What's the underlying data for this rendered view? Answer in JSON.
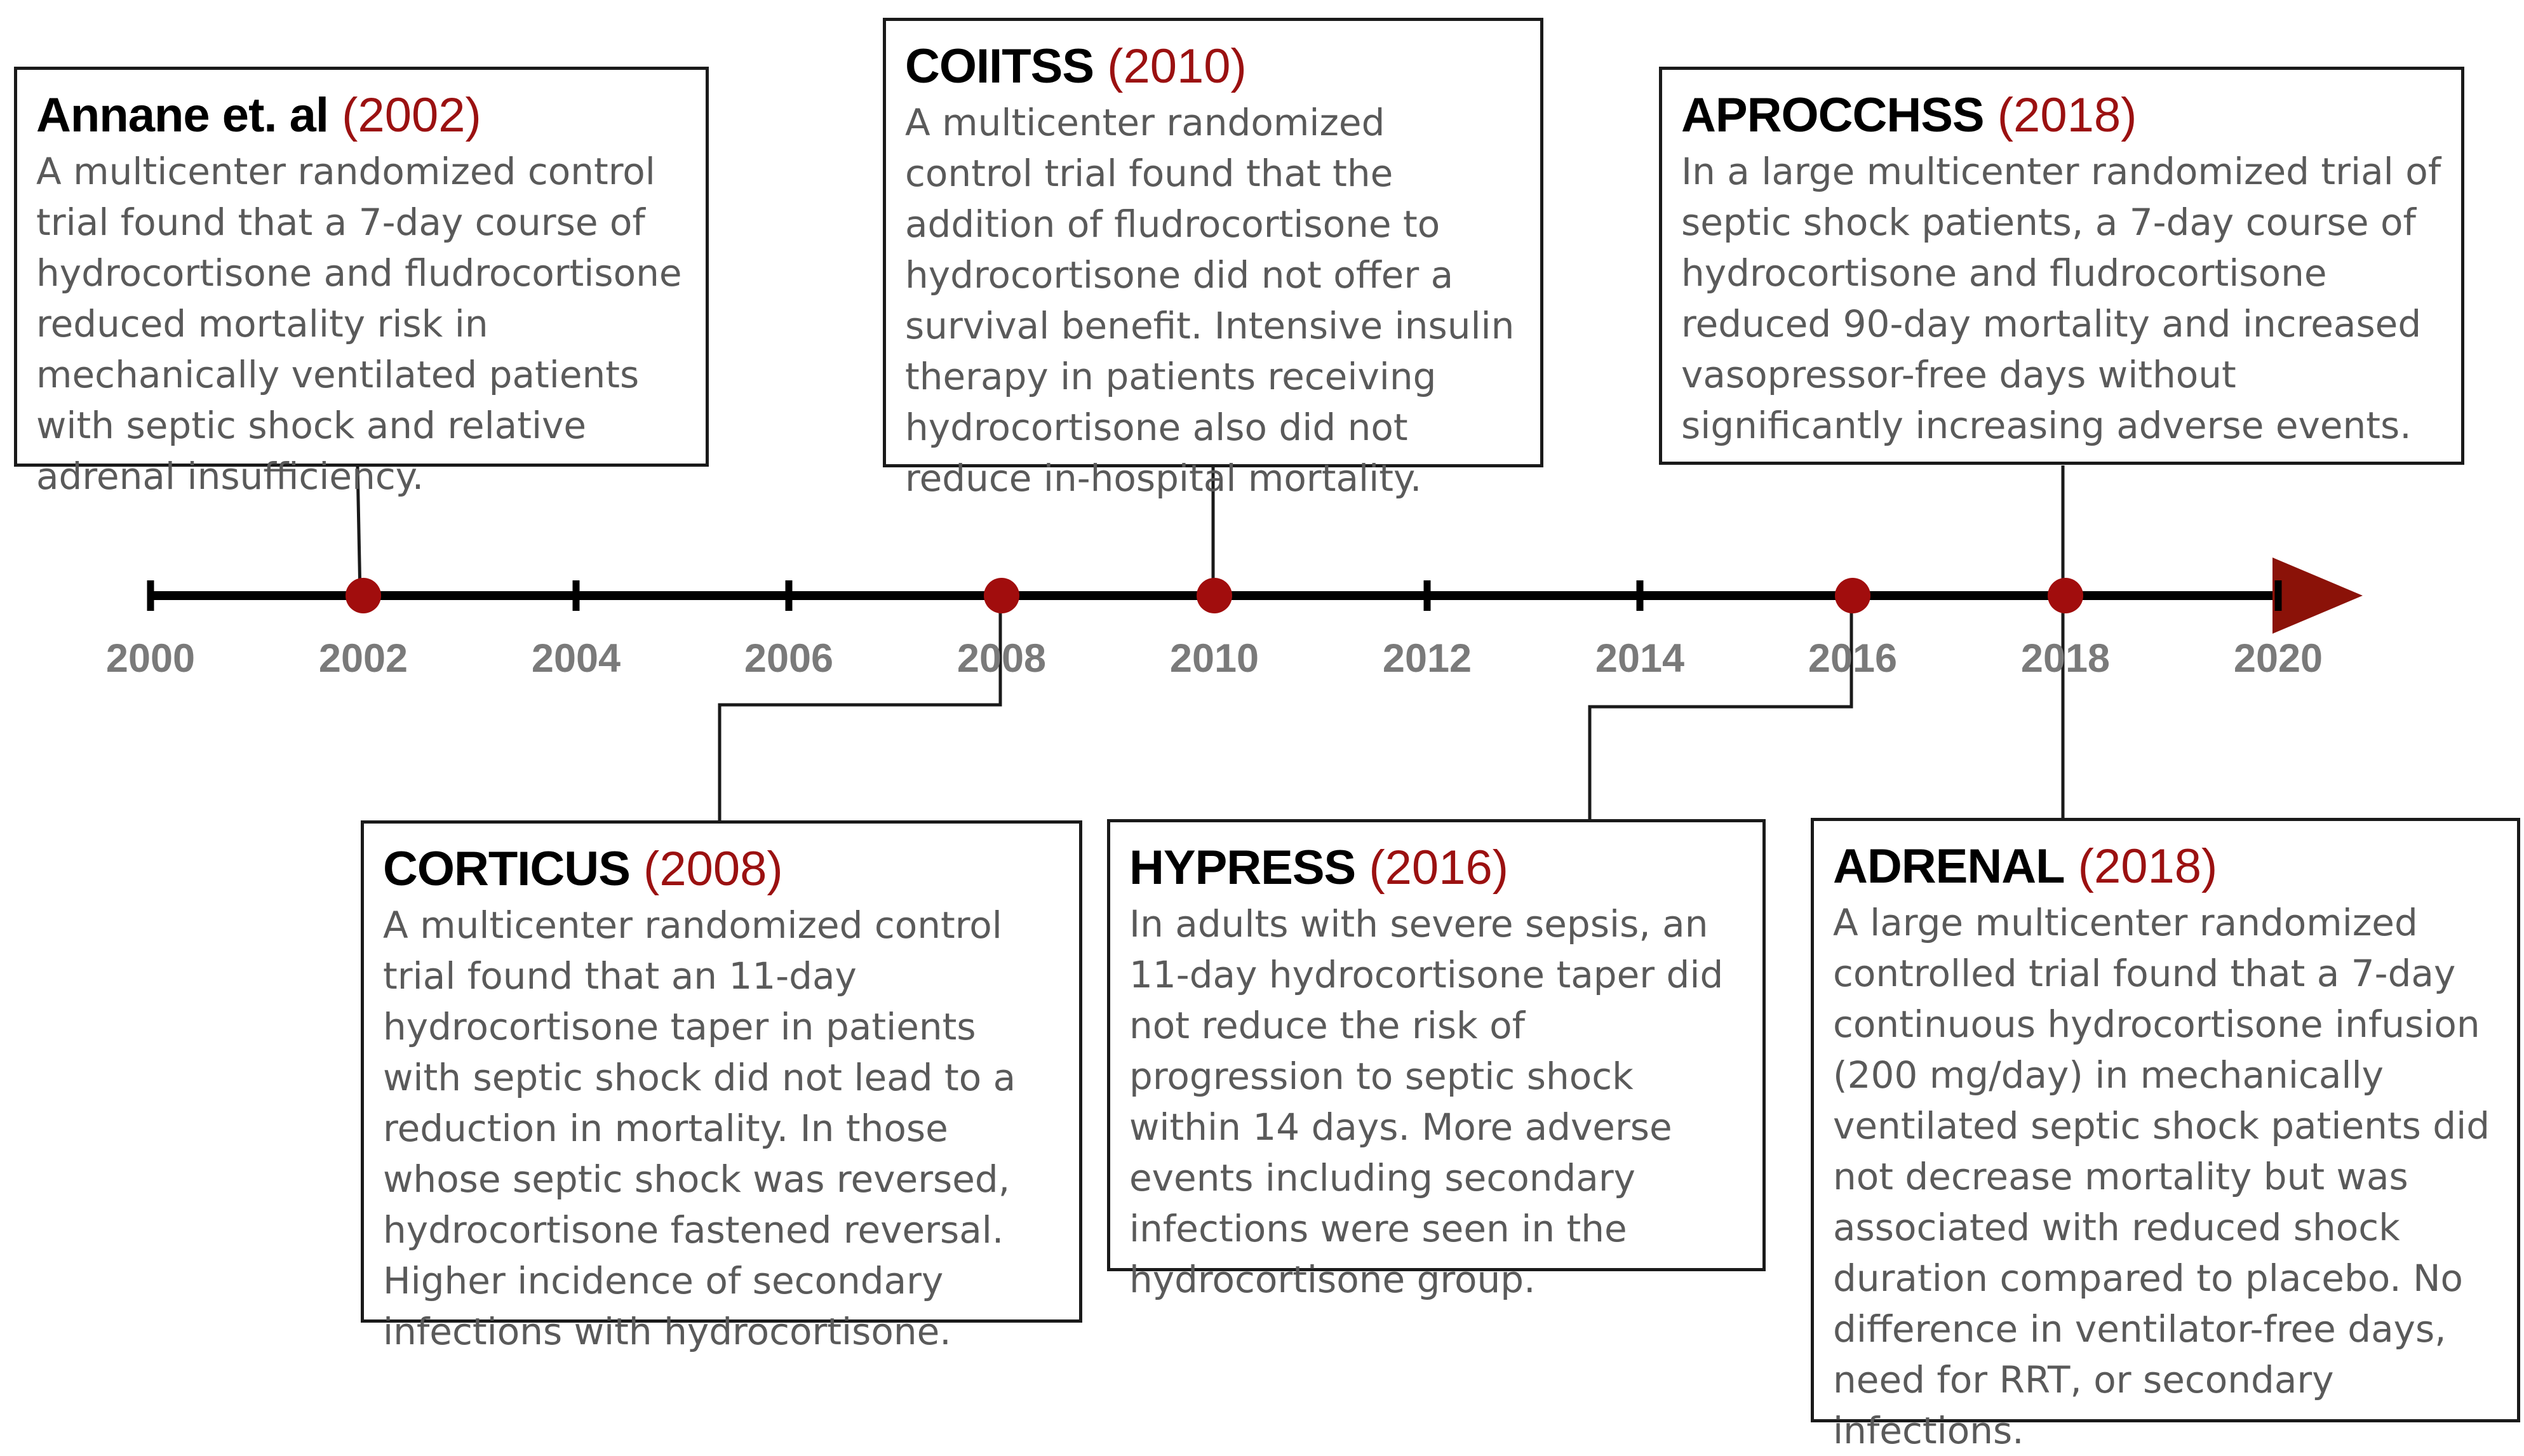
{
  "axis": {
    "ticks": [
      "2000",
      "2002",
      "2004",
      "2006",
      "2008",
      "2010",
      "2012",
      "2014",
      "2016",
      "2018",
      "2020"
    ],
    "marker_years": [
      "2002",
      "2008",
      "2010",
      "2016",
      "2018"
    ],
    "colors": {
      "line": "#000000",
      "marker": "#a10d0d",
      "arrow": "#8b1208",
      "tick_label": "#7a7a7a"
    }
  },
  "events": [
    {
      "name": "Annane et. al",
      "year": "(2002)",
      "text": "A multicenter randomized control trial found that a 7-day course of hydrocortisone and fludrocortisone reduced mortality risk in mechanically ventilated patients with septic shock and relative adrenal insufficiency."
    },
    {
      "name": "COIITSS",
      "year": "(2010)",
      "text": "A multicenter randomized control trial found that the addition of fludrocortisone to hydrocortisone did not offer a survival benefit. Intensive insulin therapy in patients receiving hydrocortisone also did not reduce in-hospital mortality."
    },
    {
      "name": "APROCCHSS",
      "year": "(2018)",
      "text": "In a large multicenter randomized trial of septic shock patients, a 7-day course of hydrocortisone and fludrocortisone reduced 90-day mortality and increased vasopressor-free days without significantly increasing adverse events."
    },
    {
      "name": "CORTICUS",
      "year": "(2008)",
      "text": "A multicenter randomized control trial found that an 11-day hydrocortisone taper in patients with septic shock did not lead to a reduction in mortality. In those whose septic shock was reversed, hydrocortisone fastened reversal. Higher incidence of secondary infections with hydrocortisone."
    },
    {
      "name": "HYPRESS",
      "year": " (2016)",
      "text": "In adults with severe sepsis, an 11-day hydrocortisone taper did not reduce the risk of progression to septic shock within 14 days. More adverse events including secondary infections were seen in the hydrocortisone group."
    },
    {
      "name": "ADRENAL",
      "year": "(2018)",
      "text": "A large multicenter randomized controlled trial found that a 7-day continuous hydrocortisone infusion (200 mg/day) in mechanically ventilated septic shock patients did not decrease mortality but was associated with reduced shock duration compared to placebo. No difference in ventilator-free days, need for RRT, or secondary infections."
    }
  ]
}
